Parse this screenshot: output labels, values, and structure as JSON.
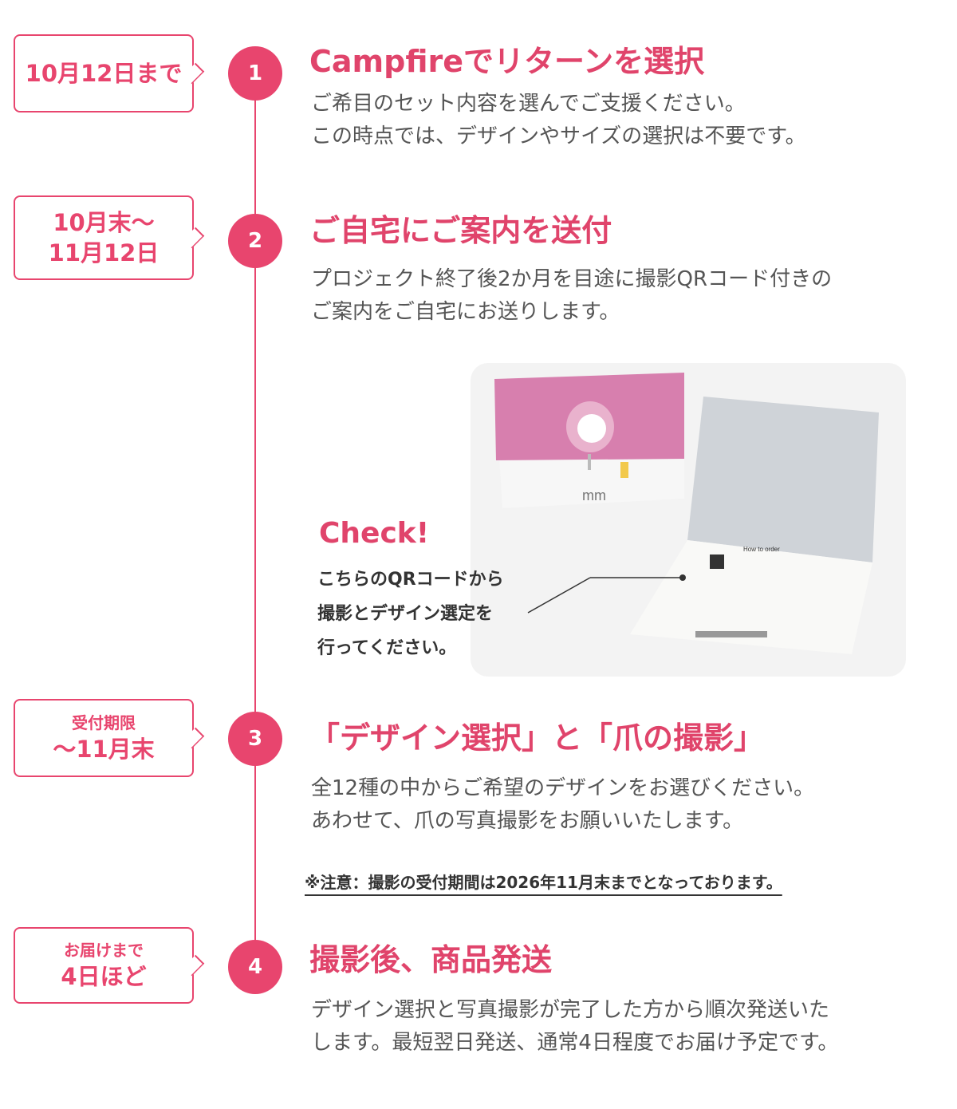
{
  "accent_color": "#e8456e",
  "steps": [
    {
      "number": "1",
      "date_lines": [
        "10月12日まで"
      ],
      "title": "Campfireでリターンを選択",
      "body": [
        "ご希目のセット内容を選んでご支援ください。",
        "この時点では、デザインやサイズの選択は不要です。"
      ]
    },
    {
      "number": "2",
      "date_lines": [
        "10月末〜",
        "11月12日"
      ],
      "title": "ご自宅にご案内を送付",
      "body": [
        "プロジェクト終了後2か月を目途に撮影QRコード付きの",
        "ご案内をご自宅にお送りします。"
      ]
    },
    {
      "number": "3",
      "date_lines": [
        "受付期限",
        "〜11月末"
      ],
      "title": "「デザイン選択」と「爪の撮影」",
      "body": [
        "全12種の中からご希望のデザインをお選びください。",
        "あわせて、爪の写真撮影をお願いいたします。"
      ]
    },
    {
      "number": "4",
      "date_lines": [
        "お届けまで",
        "4日ほど"
      ],
      "title": "撮影後、商品発送",
      "body": [
        "デザイン選択と写真撮影が完了した方から順次発送いた",
        "します。最短翌日発送、通常4日程度でお届け予定です。"
      ]
    }
  ],
  "note": "※注意：撮影の受付期間は2026年11月末までとなっております。",
  "check": {
    "title": "Check!",
    "lines": [
      "こちらのQRコードから",
      "撮影とデザイン選定を",
      "行ってください。"
    ]
  },
  "card": {
    "brand": "mm",
    "how_to_order": "How to order"
  }
}
